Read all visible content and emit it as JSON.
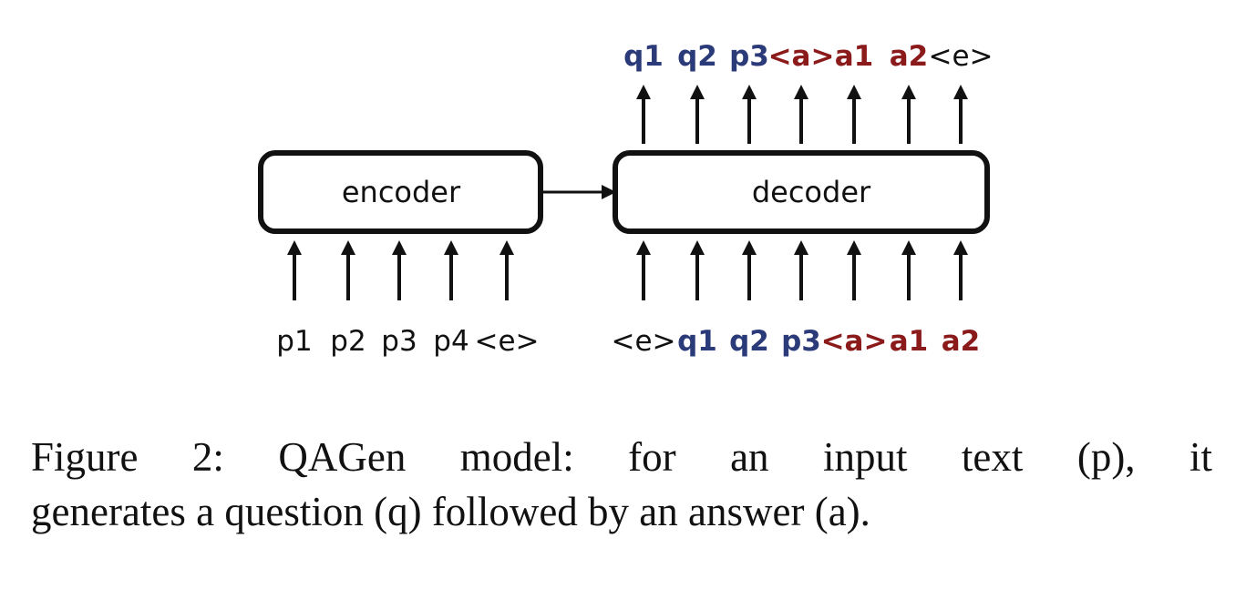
{
  "colors": {
    "black": "#111111",
    "question": "#2b3a78",
    "answer": "#8b1a1a"
  },
  "encoder": {
    "label": "encoder",
    "inputs": [
      {
        "text": "p1",
        "role": "plain"
      },
      {
        "text": "p2",
        "role": "plain"
      },
      {
        "text": "p3",
        "role": "plain"
      },
      {
        "text": "p4",
        "role": "plain"
      },
      {
        "text": "<e>",
        "role": "plain"
      }
    ]
  },
  "decoder": {
    "label": "decoder",
    "inputs": [
      {
        "text": "<e>",
        "role": "plain"
      },
      {
        "text": "q1",
        "role": "question"
      },
      {
        "text": "q2",
        "role": "question"
      },
      {
        "text": "p3",
        "role": "question"
      },
      {
        "text": "<a>",
        "role": "answer"
      },
      {
        "text": "a1",
        "role": "answer"
      },
      {
        "text": "a2",
        "role": "answer"
      }
    ],
    "outputs": [
      {
        "text": "q1",
        "role": "question"
      },
      {
        "text": "q2",
        "role": "question"
      },
      {
        "text": "p3",
        "role": "question"
      },
      {
        "text": "<a>",
        "role": "answer"
      },
      {
        "text": "a1",
        "role": "answer"
      },
      {
        "text": "a2",
        "role": "answer"
      },
      {
        "text": "<e>",
        "role": "plain"
      }
    ]
  },
  "caption": {
    "line1": "Figure 2: QAGen model: for an input text (p), it",
    "line2": "generates a question (q) followed by an answer (a)."
  }
}
